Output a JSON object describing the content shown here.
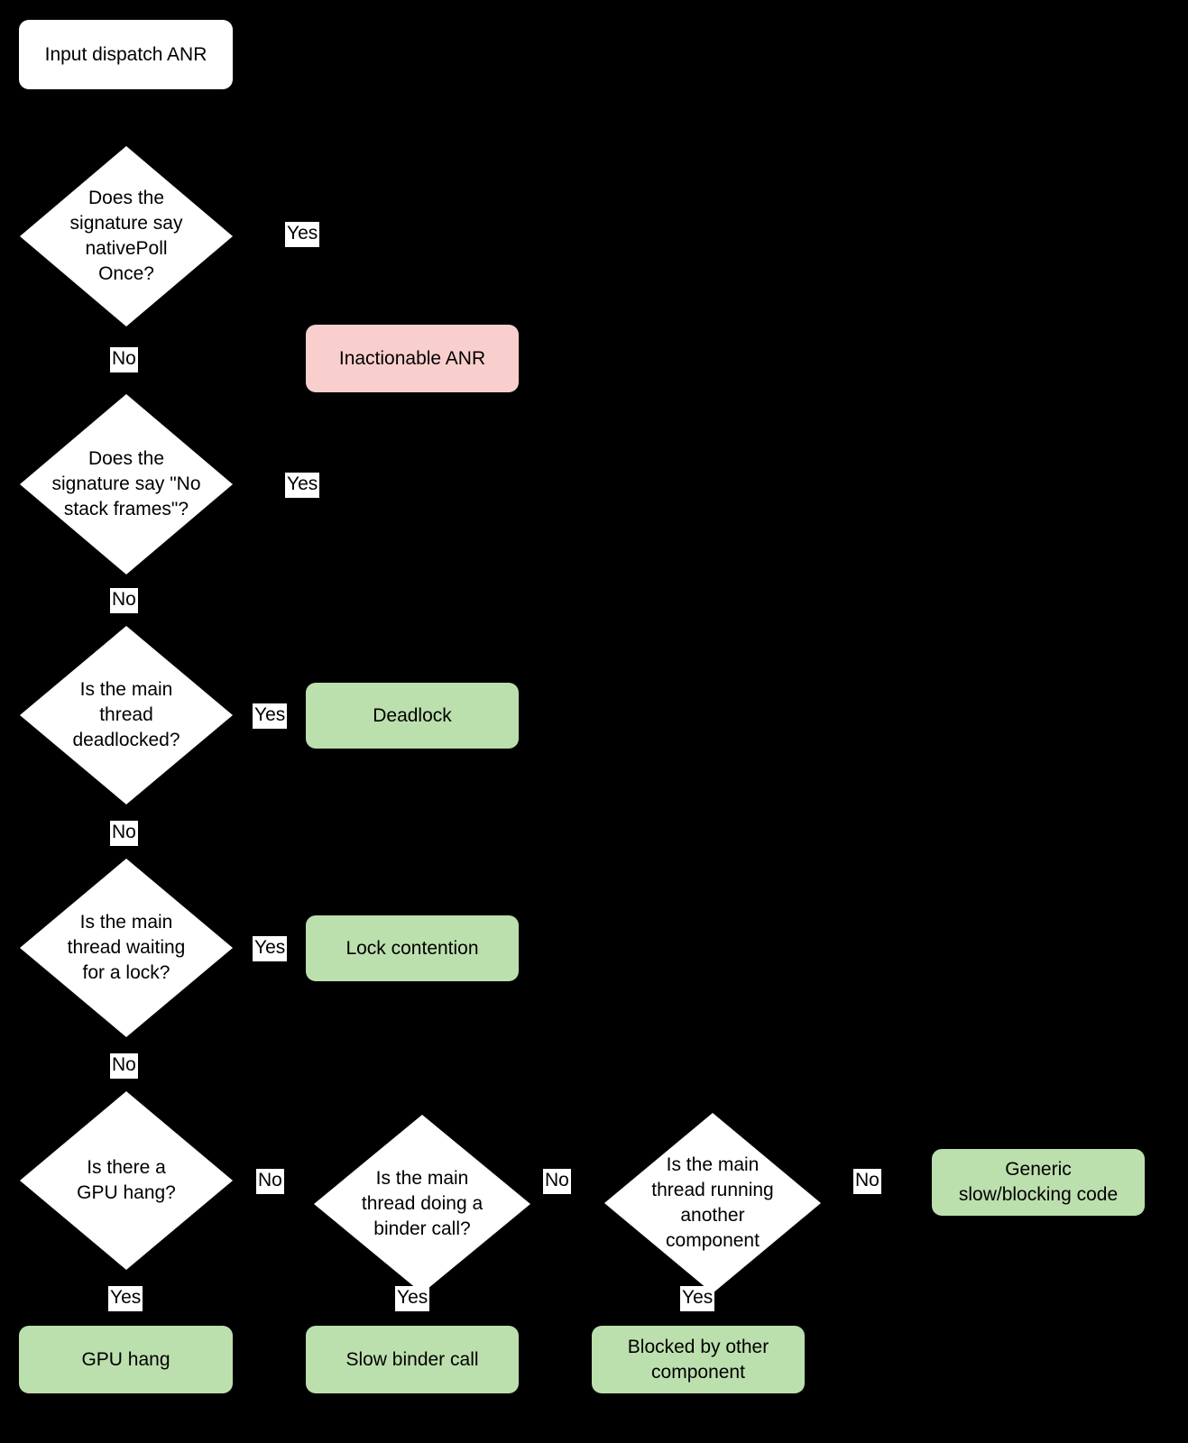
{
  "diagram": {
    "title": "Input dispatch ANR triage flowchart",
    "background_color": "#000000",
    "palette": {
      "start_fill": "#ffffff",
      "decision_fill": "#ffffff",
      "inactionable_fill": "#f9cfcd",
      "result_fill": "#bcdfae",
      "text_color": "#000000",
      "edge_color": "#000000",
      "label_chip_fill": "#ffffff"
    },
    "nodes": {
      "start": {
        "label": "Input dispatch ANR",
        "shape": "rounded-rect",
        "fill": "#ffffff"
      },
      "d_nativepoll": {
        "label": "Does the\nsignature say\nnativePoll\nOnce?",
        "shape": "diamond",
        "fill": "#ffffff"
      },
      "r_inactionable": {
        "label": "Inactionable ANR",
        "shape": "rounded-rect",
        "fill": "#f9cfcd"
      },
      "d_nostackframes": {
        "label": "Does the\nsignature say \"No\nstack frames\"?",
        "shape": "diamond",
        "fill": "#ffffff"
      },
      "d_deadlocked": {
        "label": "Is the main\nthread\ndeadlocked?",
        "shape": "diamond",
        "fill": "#ffffff"
      },
      "r_deadlock": {
        "label": "Deadlock",
        "shape": "rounded-rect",
        "fill": "#bcdfae"
      },
      "d_waitinglock": {
        "label": "Is the main\nthread waiting\nfor a lock?",
        "shape": "diamond",
        "fill": "#ffffff"
      },
      "r_lockcontention": {
        "label": "Lock contention",
        "shape": "rounded-rect",
        "fill": "#bcdfae"
      },
      "d_gpuhang": {
        "label": "Is there a\nGPU hang?",
        "shape": "diamond",
        "fill": "#ffffff"
      },
      "r_gpuhang": {
        "label": "GPU hang",
        "shape": "rounded-rect",
        "fill": "#bcdfae"
      },
      "d_bindercall": {
        "label": "Is the main\nthread doing a\nbinder call?",
        "shape": "diamond",
        "fill": "#ffffff"
      },
      "r_slowbinder": {
        "label": "Slow binder call",
        "shape": "rounded-rect",
        "fill": "#bcdfae"
      },
      "d_othercomponent": {
        "label": "Is the main\nthread running\nanother\ncomponent",
        "shape": "diamond",
        "fill": "#ffffff"
      },
      "r_blockedother": {
        "label": "Blocked by other\ncomponent",
        "shape": "rounded-rect",
        "fill": "#bcdfae"
      },
      "r_genericslow": {
        "label": "Generic\nslow/blocking code",
        "shape": "rounded-rect",
        "fill": "#bcdfae"
      }
    },
    "edge_labels": {
      "nativepoll_yes": "Yes",
      "nativepoll_no": "No",
      "nostackframes_yes": "Yes",
      "nostackframes_no": "No",
      "deadlocked_yes": "Yes",
      "deadlocked_no": "No",
      "waitinglock_yes": "Yes",
      "waitinglock_no": "No",
      "gpuhang_yes": "Yes",
      "gpuhang_no": "No",
      "bindercall_yes": "Yes",
      "bindercall_no": "No",
      "othercomponent_yes": "Yes",
      "othercomponent_no": "No"
    },
    "edges": [
      {
        "from": "start",
        "to": "d_nativepoll",
        "label": ""
      },
      {
        "from": "d_nativepoll",
        "to": "r_inactionable",
        "label": "Yes"
      },
      {
        "from": "d_nativepoll",
        "to": "d_nostackframes",
        "label": "No"
      },
      {
        "from": "d_nostackframes",
        "to": "r_inactionable",
        "label": "Yes"
      },
      {
        "from": "d_nostackframes",
        "to": "d_deadlocked",
        "label": "No"
      },
      {
        "from": "d_deadlocked",
        "to": "r_deadlock",
        "label": "Yes"
      },
      {
        "from": "d_deadlocked",
        "to": "d_waitinglock",
        "label": "No"
      },
      {
        "from": "d_waitinglock",
        "to": "r_lockcontention",
        "label": "Yes"
      },
      {
        "from": "d_waitinglock",
        "to": "d_gpuhang",
        "label": "No"
      },
      {
        "from": "d_gpuhang",
        "to": "r_gpuhang",
        "label": "Yes"
      },
      {
        "from": "d_gpuhang",
        "to": "d_bindercall",
        "label": "No"
      },
      {
        "from": "d_bindercall",
        "to": "r_slowbinder",
        "label": "Yes"
      },
      {
        "from": "d_bindercall",
        "to": "d_othercomponent",
        "label": "No"
      },
      {
        "from": "d_othercomponent",
        "to": "r_blockedother",
        "label": "Yes"
      },
      {
        "from": "d_othercomponent",
        "to": "r_genericslow",
        "label": "No"
      }
    ]
  }
}
